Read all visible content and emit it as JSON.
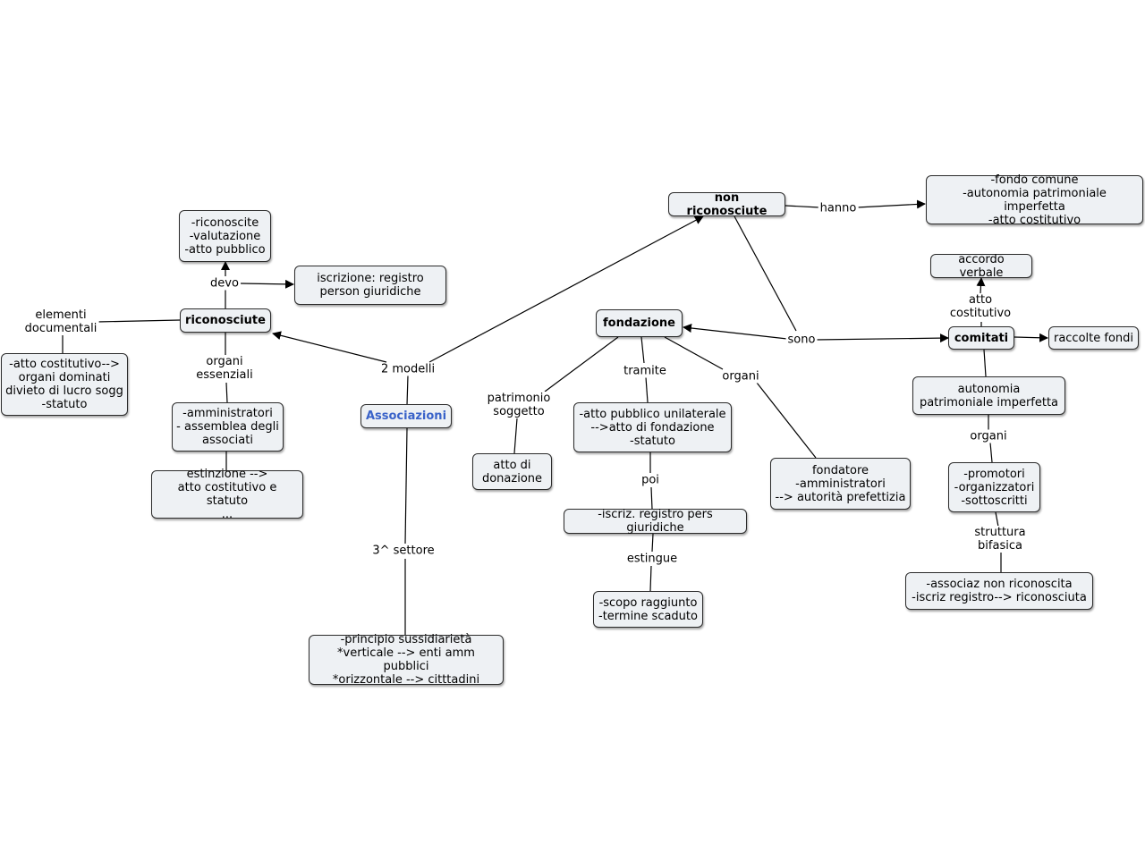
{
  "nodes": {
    "associazioni": "Associazioni",
    "riconosciute": "riconosciute",
    "non_riconosciute": "non riconosciute",
    "fondazione": "fondazione",
    "comitati": "comitati",
    "riconoscite": "-riconoscite\n-valutazione\n-atto pubblico",
    "iscrizione": "iscrizione: registro\n        person giuridiche",
    "atto_costitutivo_organi": "-atto costitutivo-->\norgani dominati\ndivieto di lucro sogg\n-statuto",
    "amministratori_assemblea": "-amministratori\n- assemblea degli\nassociati",
    "estinzione": "estinzione -->\natto costitutivo e statuto\n...",
    "principio": "-principio sussidiarietà\n*verticale --> enti amm pubblici\n*orizzontale --> citttadini",
    "fondo_comune": "-fondo comune\n-autonomia patrimoniale imperfetta\n-atto costitutivo",
    "accordo_verbale": "accordo verbale",
    "raccolte_fondi": "raccolte fondi",
    "autonomia_imperfetta": "autonomia\npatrimoniale imperfetta",
    "promotori": "-promotori\n-organizzatori\n-sottoscritti",
    "associaz_non_ric": "-associaz non riconoscita\n-iscriz registro--> riconosciuta",
    "atto_donazione": "atto di\ndonazione",
    "atto_pubblico_unilaterale": "-atto pubblico unilaterale\n-->atto di fondazione\n-statuto",
    "iscriz_registro": "-iscriz. registro pers giuridiche",
    "scopo_raggiunto": "-scopo raggiunto\n-termine scaduto",
    "fondatore": "fondatore\n-amministratori\n--> autorità prefettizia"
  },
  "links": {
    "due_modelli": "2 modelli",
    "terzo_settore": "3^ settore",
    "devo": "devo",
    "elementi_documentali": "elementi\ndocumentali",
    "organi_essenziali": "organi\nessenziali",
    "hanno": "hanno",
    "sono": "sono",
    "atto_costitutivo": "atto\ncostitutivo",
    "organi_comitati": "organi",
    "struttura_bifasica": "struttura\nbifasica",
    "patrimonio_soggetto": "patrimonio\nsoggetto",
    "tramite": "tramite",
    "organi_fondazione": "organi",
    "poi": "poi",
    "estingue": "estingue"
  },
  "colors": {
    "node_fill": "#eef1f4",
    "node_border": "#2b2b2b",
    "root_text": "#3a63c9",
    "line": "#000000"
  }
}
